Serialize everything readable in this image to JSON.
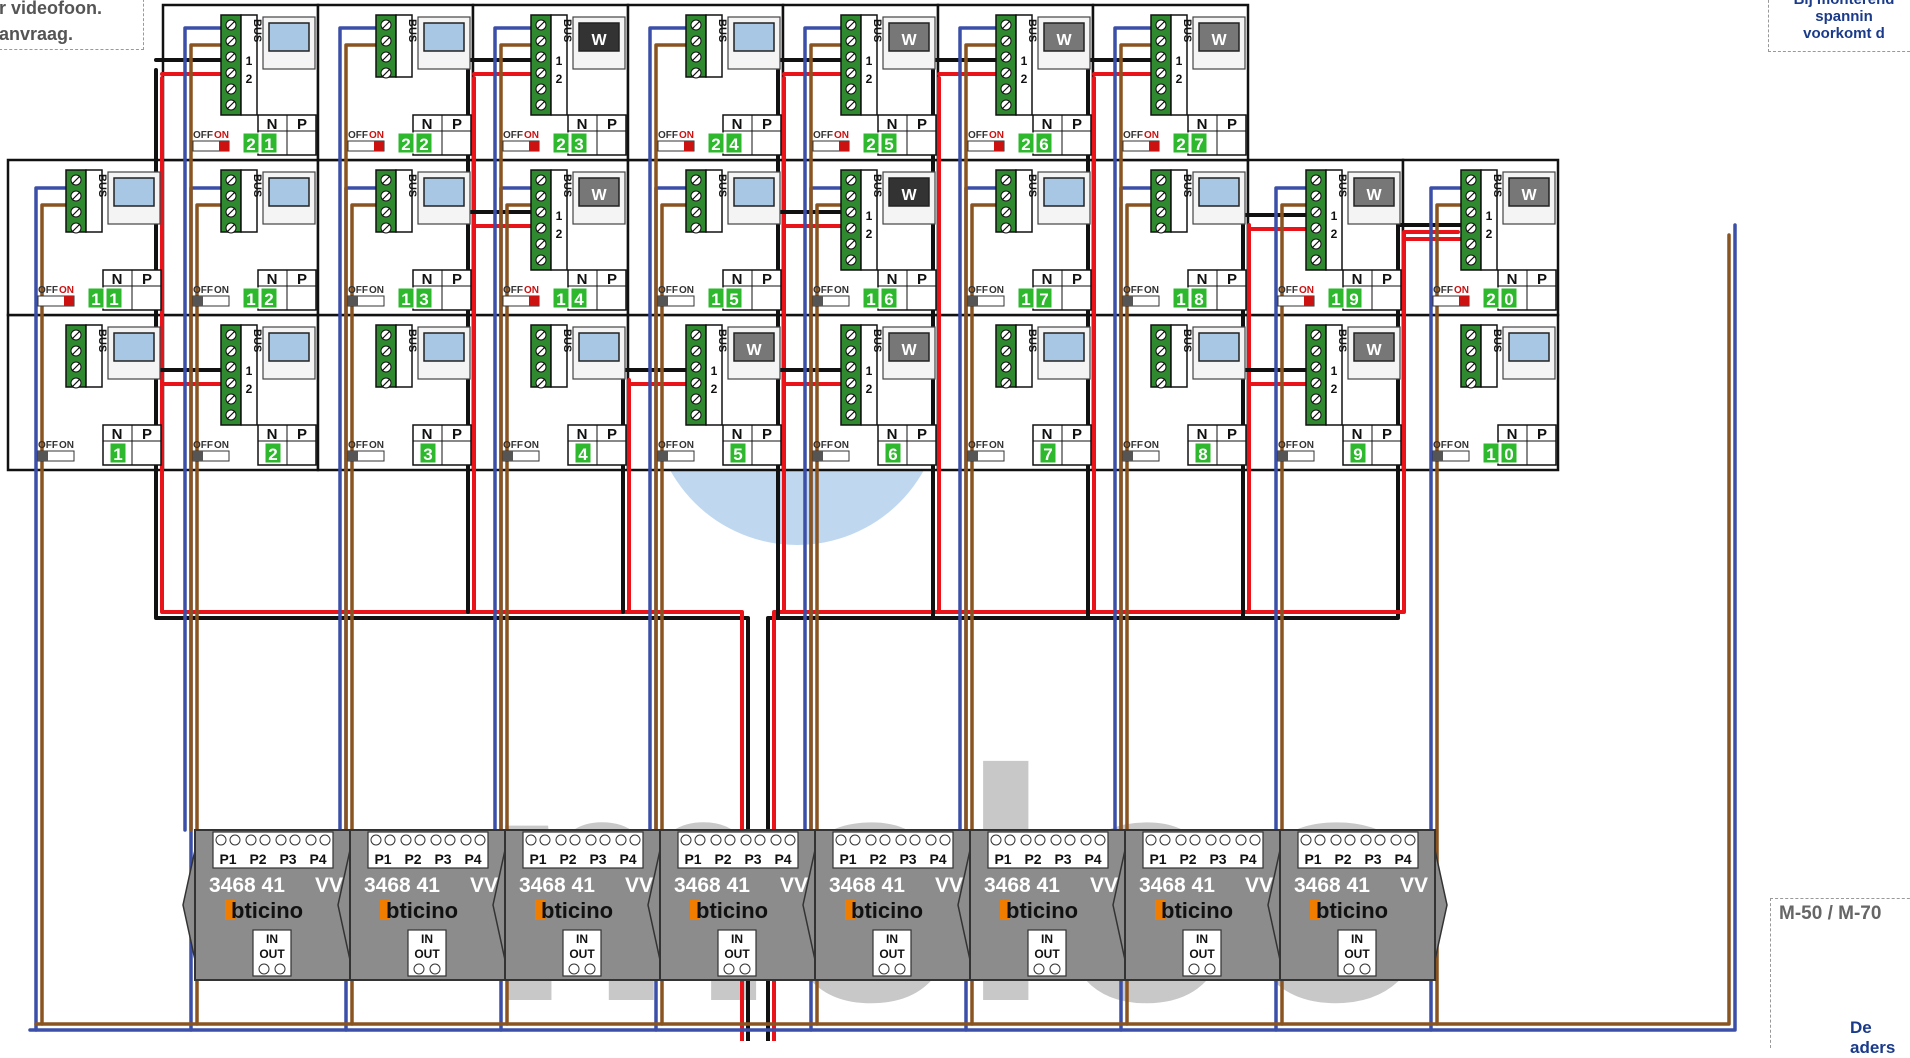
{
  "notes": {
    "top_left_line1": "r videofoon.",
    "top_left_line2": "anvraag.",
    "top_right_line1": "Bij monterend",
    "top_right_line2": "spannin",
    "top_right_line3": "voorkomt d",
    "model_label": "M-50 / M-70",
    "bottom_right": "De aders"
  },
  "watermark": "meleo",
  "labels": {
    "bus": "BUS",
    "n": "N",
    "p": "P",
    "off": "OFF",
    "on": "ON",
    "screen_w": "W",
    "term_1": "1",
    "term_2": "2",
    "in": "IN",
    "out": "OUT"
  },
  "colors": {
    "wire_black": "#111111",
    "wire_red": "#e8141a",
    "wire_blue": "#3c4fa8",
    "wire_brown": "#8a5421",
    "terminal_green": "#2f8a2f",
    "label_green": "#2eb82e",
    "switch_red": "#cc1111",
    "module_grey": "#8c8c8c",
    "logo_orange": "#f07c00",
    "watermark_blue": "#a9cbea"
  },
  "apartments": [
    {
      "id": "1",
      "digits": [
        "1"
      ],
      "on": false,
      "bus_terminals": false,
      "screen": "plain"
    },
    {
      "id": "2",
      "digits": [
        "2"
      ],
      "on": false,
      "bus_terminals": true,
      "screen": "classe100"
    },
    {
      "id": "3",
      "digits": [
        "3"
      ],
      "on": false,
      "bus_terminals": false,
      "screen": "plain"
    },
    {
      "id": "4",
      "digits": [
        "4"
      ],
      "on": false,
      "bus_terminals": false,
      "screen": "plain"
    },
    {
      "id": "5",
      "digits": [
        "5"
      ],
      "on": false,
      "bus_terminals": true,
      "screen": "w"
    },
    {
      "id": "6",
      "digits": [
        "6"
      ],
      "on": false,
      "bus_terminals": true,
      "screen": "w"
    },
    {
      "id": "7",
      "digits": [
        "7"
      ],
      "on": false,
      "bus_terminals": false,
      "screen": "plain"
    },
    {
      "id": "8",
      "digits": [
        "8"
      ],
      "on": false,
      "bus_terminals": false,
      "screen": "plain"
    },
    {
      "id": "9",
      "digits": [
        "9"
      ],
      "on": false,
      "bus_terminals": true,
      "screen": "w"
    },
    {
      "id": "10",
      "digits": [
        "1",
        "0"
      ],
      "on": false,
      "bus_terminals": false,
      "screen": "plain"
    },
    {
      "id": "11",
      "digits": [
        "1",
        "1"
      ],
      "on": true,
      "bus_terminals": false,
      "screen": "plain"
    },
    {
      "id": "12",
      "digits": [
        "1",
        "2"
      ],
      "on": false,
      "bus_terminals": false,
      "screen": "plain"
    },
    {
      "id": "13",
      "digits": [
        "1",
        "3"
      ],
      "on": false,
      "bus_terminals": false,
      "screen": "plain"
    },
    {
      "id": "14",
      "digits": [
        "1",
        "4"
      ],
      "on": true,
      "bus_terminals": true,
      "screen": "w"
    },
    {
      "id": "15",
      "digits": [
        "1",
        "5"
      ],
      "on": false,
      "bus_terminals": false,
      "screen": "plain"
    },
    {
      "id": "16",
      "digits": [
        "1",
        "6"
      ],
      "on": false,
      "bus_terminals": true,
      "screen": "w_dark"
    },
    {
      "id": "17",
      "digits": [
        "1",
        "7"
      ],
      "on": false,
      "bus_terminals": false,
      "screen": "plain"
    },
    {
      "id": "18",
      "digits": [
        "1",
        "8"
      ],
      "on": false,
      "bus_terminals": false,
      "screen": "plain"
    },
    {
      "id": "19",
      "digits": [
        "1",
        "9"
      ],
      "on": true,
      "bus_terminals": true,
      "screen": "w"
    },
    {
      "id": "20",
      "digits": [
        "2",
        "0"
      ],
      "on": true,
      "bus_terminals": true,
      "screen": "w"
    },
    {
      "id": "21",
      "digits": [
        "2",
        "1"
      ],
      "on": true,
      "bus_terminals": true,
      "screen": "plain"
    },
    {
      "id": "22",
      "digits": [
        "2",
        "2"
      ],
      "on": true,
      "bus_terminals": false,
      "screen": "plain"
    },
    {
      "id": "23",
      "digits": [
        "2",
        "3"
      ],
      "on": true,
      "bus_terminals": true,
      "screen": "w_dark"
    },
    {
      "id": "24",
      "digits": [
        "2",
        "4"
      ],
      "on": true,
      "bus_terminals": false,
      "screen": "plain"
    },
    {
      "id": "25",
      "digits": [
        "2",
        "5"
      ],
      "on": true,
      "bus_terminals": true,
      "screen": "w"
    },
    {
      "id": "26",
      "digits": [
        "2",
        "6"
      ],
      "on": true,
      "bus_terminals": true,
      "screen": "w"
    },
    {
      "id": "27",
      "digits": [
        "2",
        "7"
      ],
      "on": true,
      "bus_terminals": true,
      "screen": "w"
    }
  ],
  "modules": [
    {
      "ports": [
        "P1",
        "P2",
        "P3",
        "P4"
      ],
      "code": "3468 41",
      "suffix": "VV",
      "brand": "bticino"
    },
    {
      "ports": [
        "P1",
        "P2",
        "P3",
        "P4"
      ],
      "code": "3468 41",
      "suffix": "VV",
      "brand": "bticino"
    },
    {
      "ports": [
        "P1",
        "P2",
        "P3",
        "P4"
      ],
      "code": "3468 41",
      "suffix": "VV",
      "brand": "bticino"
    },
    {
      "ports": [
        "P1",
        "P2",
        "P3",
        "P4"
      ],
      "code": "3468 41",
      "suffix": "VV",
      "brand": "bticino"
    },
    {
      "ports": [
        "P1",
        "P2",
        "P3",
        "P4"
      ],
      "code": "3468 41",
      "suffix": "VV",
      "brand": "bticino"
    },
    {
      "ports": [
        "P1",
        "P2",
        "P3",
        "P4"
      ],
      "code": "3468 41",
      "suffix": "VV",
      "brand": "bticino"
    },
    {
      "ports": [
        "P1",
        "P2",
        "P3",
        "P4"
      ],
      "code": "3468 41",
      "suffix": "VV",
      "brand": "bticino"
    },
    {
      "ports": [
        "P1",
        "P2",
        "P3",
        "P4"
      ],
      "code": "3468 41",
      "suffix": "VV",
      "brand": "bticino"
    }
  ]
}
